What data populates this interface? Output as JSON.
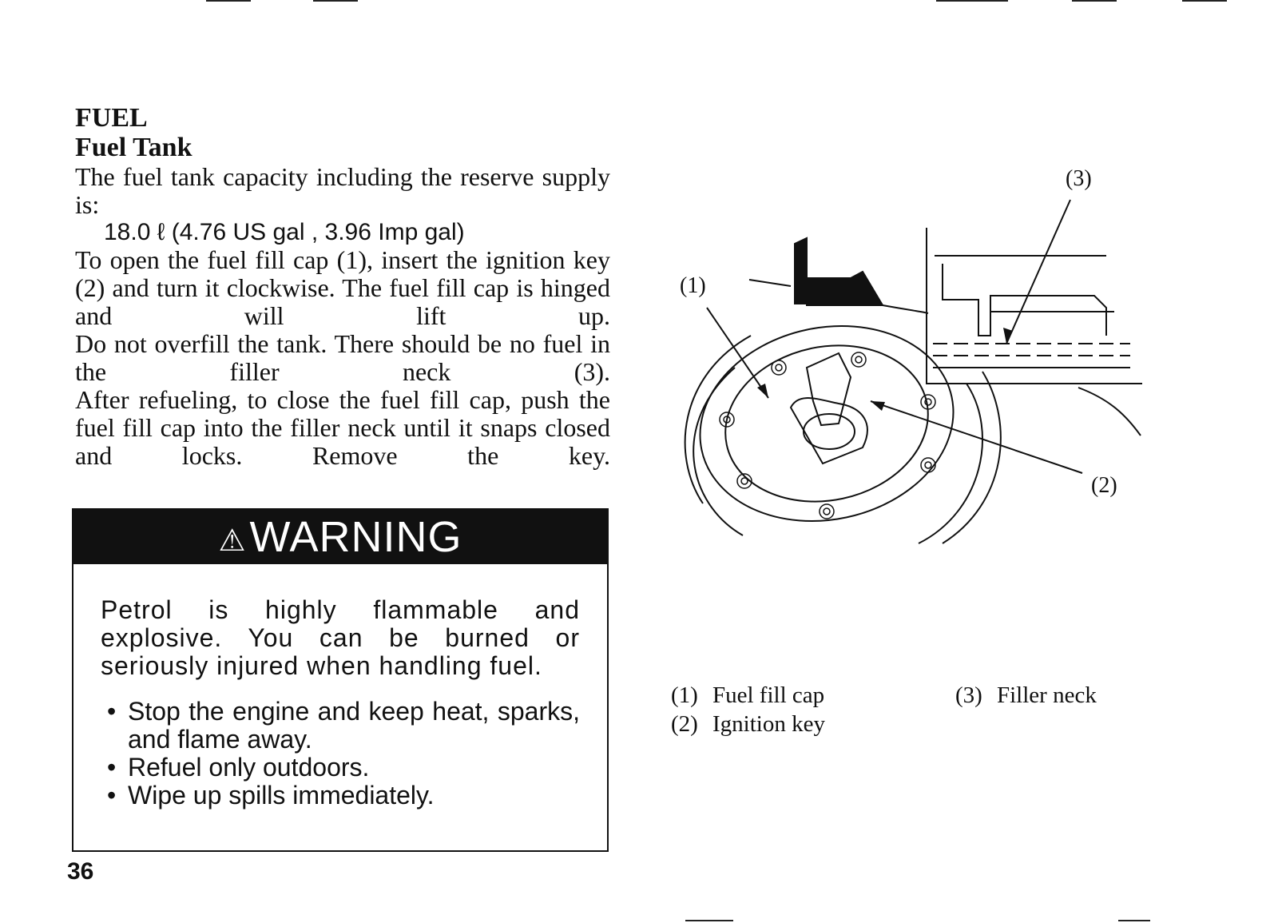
{
  "heading": {
    "section": "FUEL",
    "subsection": "Fuel Tank"
  },
  "body": {
    "intro": "The fuel tank capacity including the reserve supply is:",
    "capacity": "18.0 ℓ (4.76 US gal , 3.96 Imp gal)",
    "open_instructions": "To open the fuel fill cap (1), insert the ignition key (2) and turn it clockwise. The fuel fill cap is hinged and will lift up.",
    "overfill_note": "Do not overfill the tank. There should be no fuel in the filler neck (3).",
    "close_instructions": "After refueling, to close the fuel fill cap, push the fuel fill cap into the filler neck until it snaps closed and locks. Remove the key."
  },
  "warning": {
    "title": "WARNING",
    "text": "Petrol is highly flammable and explosive. You can be burned or seriously injured when handling fuel.",
    "items": [
      "Stop the engine and keep heat, sparks, and flame away.",
      "Refuel only outdoors.",
      "Wipe up spills immediately."
    ]
  },
  "figure": {
    "callouts": [
      "(1)",
      "(2)",
      "(3)"
    ],
    "legend": [
      {
        "num": "(1)",
        "label": "Fuel fill cap"
      },
      {
        "num": "(2)",
        "label": "Ignition key"
      },
      {
        "num": "(3)",
        "label": "Filler neck"
      }
    ]
  },
  "page_number": "36",
  "colors": {
    "ink": "#111111",
    "paper": "#ffffff",
    "warning_bar": "#111111"
  }
}
